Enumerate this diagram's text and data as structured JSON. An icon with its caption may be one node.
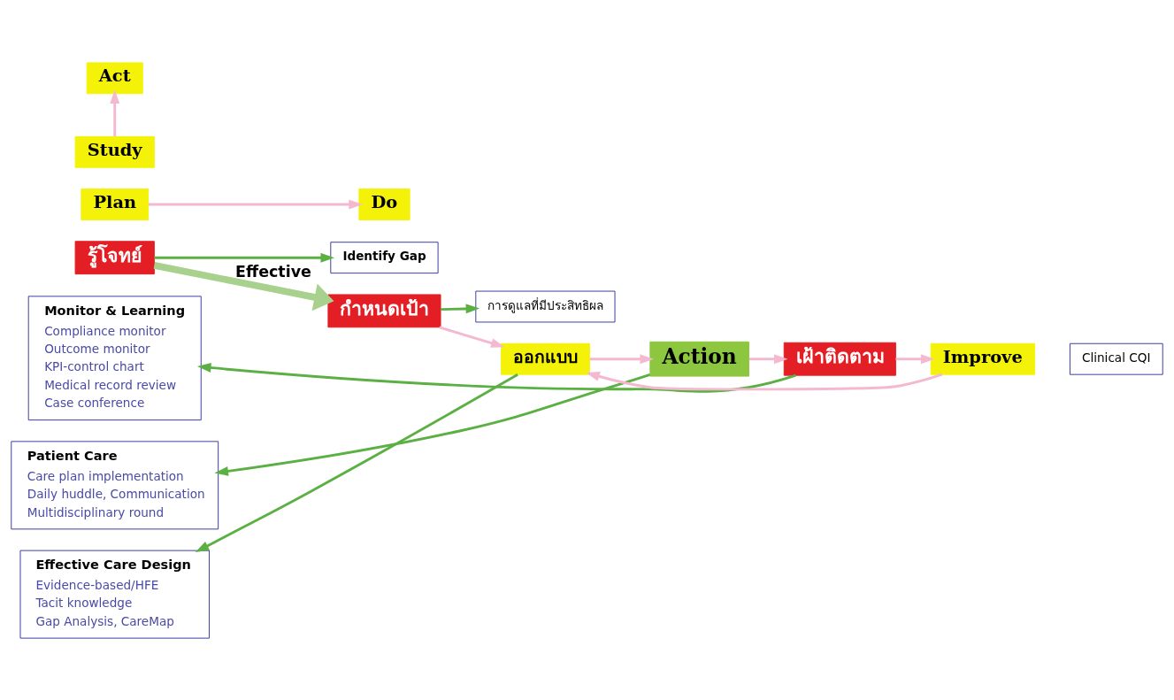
{
  "diagram": {
    "nodes": [
      {
        "text": [
          "รู้โจทย์"
        ]
      },
      {
        "text": [
          "Identify Gap"
        ]
      },
      {
        "text": [
          "กำหนดเป้า"
        ]
      },
      {
        "text": [
          "การดูแลที่มีประสิทธิผล"
        ]
      },
      {
        "text": [
          "Effective Care Design",
          "Evidence-based/HFE",
          "Tacit knowledge",
          "Gap Analysis, CareMap"
        ]
      },
      {
        "text": [
          "ออกแบบ"
        ]
      },
      {
        "text": [
          "Patient Care",
          "Care plan implementation",
          "Daily huddle, Communication",
          "Multidisciplinary round"
        ]
      },
      {
        "text": [
          "Action"
        ]
      },
      {
        "text": [
          "Monitor & Learning",
          "Compliance monitor",
          "Outcome monitor",
          "KPI-control chart",
          "Medical record review",
          "Case conference"
        ]
      },
      {
        "text": [
          "เฝ้าติดตาม"
        ]
      },
      {
        "text": [
          "Plan"
        ]
      },
      {
        "text": [
          "Do"
        ]
      },
      {
        "text": [
          "Improve"
        ]
      },
      {
        "text": [
          "Act"
        ]
      },
      {
        "text": [
          "Study"
        ]
      },
      {
        "text": [
          "Clinical CQI"
        ]
      }
    ],
    "edges": [
      {
        "from": 0,
        "to": 1,
        "arrow": "to",
        "color": "#5bb043"
      },
      {
        "from": 0,
        "to": 2,
        "arrow": "to",
        "label": "Effective",
        "style": "thick",
        "color": "#a9d18e"
      },
      {
        "from": 2,
        "to": 3,
        "arrow": "to",
        "color": "#5bb043"
      },
      {
        "from": 2,
        "to": 5,
        "arrow": "to"
      },
      {
        "from": 5,
        "to": 4,
        "arrow": "to",
        "color": "#5bb043"
      },
      {
        "from": 5,
        "to": 7,
        "arrow": "to"
      },
      {
        "from": 7,
        "to": 6,
        "arrow": "to",
        "color": "#5bb043"
      },
      {
        "from": 7,
        "to": 9,
        "arrow": "to"
      },
      {
        "from": 9,
        "to": 8,
        "arrow": "to",
        "color": "#5bb043"
      },
      {
        "from": 9,
        "to": 12,
        "arrow": "to"
      },
      {
        "from": 12,
        "to": 5,
        "arrow": "to"
      },
      {
        "from": 10,
        "to": 11,
        "arrow": "to"
      },
      {
        "from": 14,
        "to": 13,
        "arrow": "to"
      }
    ]
  }
}
